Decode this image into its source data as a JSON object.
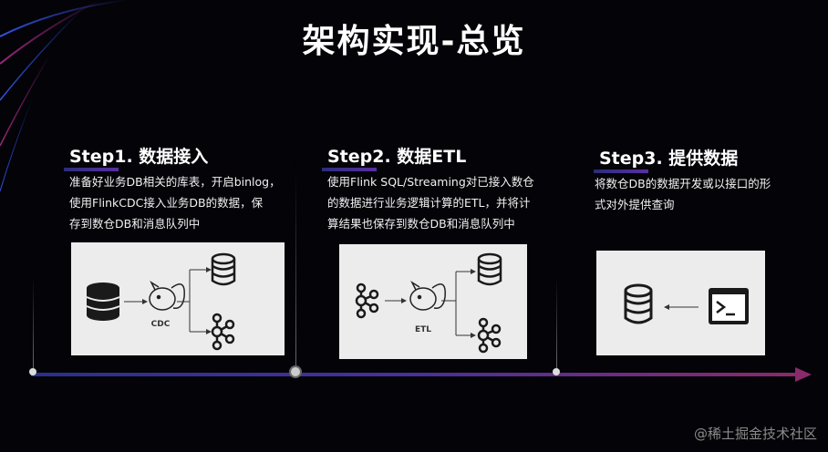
{
  "title": "架构实现-总览",
  "steps": [
    {
      "title": "Step1. 数据接入",
      "desc": [
        "准备好业务DB相关的库表，开启binlog，",
        "使用FlinkCDC接入业务DB的数据，保",
        "存到数仓DB和消息队列中"
      ],
      "diagram_label": "CDC"
    },
    {
      "title": "Step2. 数据ETL",
      "desc": [
        "使用Flink SQL/Streaming对已接入数仓",
        "的数据进行业务逻辑计算的ETL，并将计",
        "算结果也保存到数仓DB和消息队列中"
      ],
      "diagram_label": "ETL"
    },
    {
      "title": "Step3. 提供数据",
      "desc": [
        "将数仓DB的数据开发或以接口的形",
        "式对外提供查询"
      ]
    }
  ],
  "watermark": "@稀土掘金技术社区",
  "colors": {
    "background": "#030308",
    "panel": "#ececec",
    "icon": "#1a1a1a",
    "arrow": "#7a2a6a"
  }
}
